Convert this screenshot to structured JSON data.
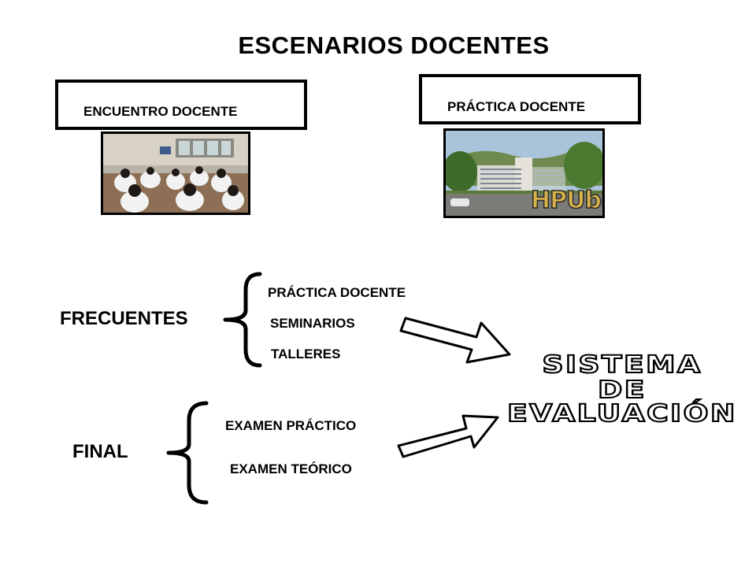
{
  "title": "ESCENARIOS DOCENTES",
  "boxes": {
    "encuentro": "ENCUENTRO DOCENTE",
    "practica": "PRÁCTICA DOCENTE"
  },
  "photos": {
    "classroom": {
      "icon": "classroom-photo"
    },
    "hospital": {
      "icon": "hospital-photo",
      "logo_text": "HPUbl"
    }
  },
  "frecuentes": {
    "label": "FRECUENTES",
    "items": [
      "PRÁCTICA DOCENTE",
      "SEMINARIOS",
      "TALLERES"
    ]
  },
  "final": {
    "label": "FINAL",
    "items": [
      "EXAMEN PRÁCTICO",
      "EXAMEN TEÓRICO"
    ]
  },
  "sistema": {
    "line1": "SISTEMA",
    "line2": "DE",
    "line3": "EVALUACIÓN"
  }
}
